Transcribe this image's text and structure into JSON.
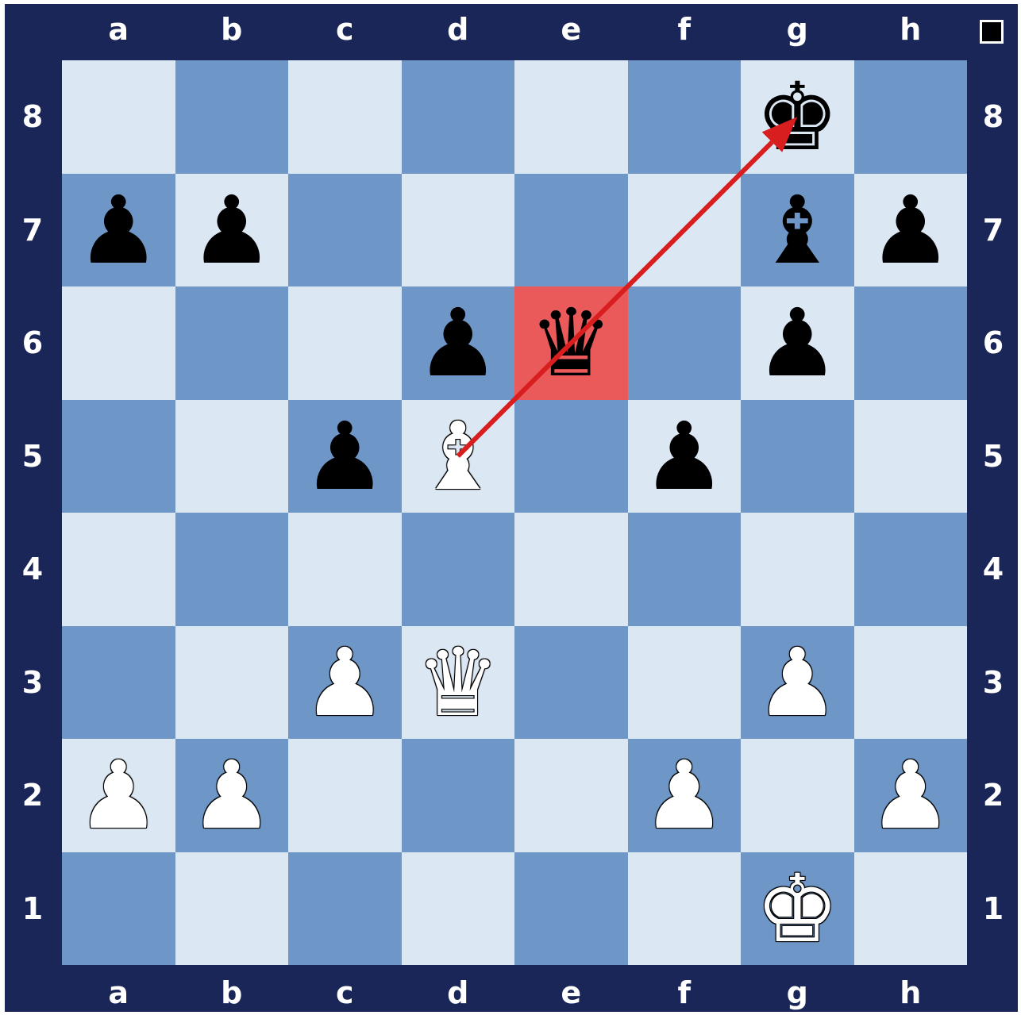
{
  "board": {
    "files": [
      "a",
      "b",
      "c",
      "d",
      "e",
      "f",
      "g",
      "h"
    ],
    "ranks": [
      "8",
      "7",
      "6",
      "5",
      "4",
      "3",
      "2",
      "1"
    ],
    "side_to_move": "black",
    "highlight_square": "e6",
    "highlight_color": "#eb5a5a",
    "light_square_color": "#dbe7f3",
    "dark_square_color": "#6e97c7",
    "frame_color": "#1a2657",
    "arrow": {
      "from": "d5",
      "to": "g8",
      "color": "#d81e1e"
    },
    "pieces": [
      {
        "square": "g8",
        "color": "black",
        "type": "king",
        "glyph": "♚",
        "icon": "black-king-icon"
      },
      {
        "square": "a7",
        "color": "black",
        "type": "pawn",
        "glyph": "♟",
        "icon": "black-pawn-icon"
      },
      {
        "square": "b7",
        "color": "black",
        "type": "pawn",
        "glyph": "♟",
        "icon": "black-pawn-icon"
      },
      {
        "square": "g7",
        "color": "black",
        "type": "bishop",
        "glyph": "♝",
        "icon": "black-bishop-icon"
      },
      {
        "square": "h7",
        "color": "black",
        "type": "pawn",
        "glyph": "♟",
        "icon": "black-pawn-icon"
      },
      {
        "square": "d6",
        "color": "black",
        "type": "pawn",
        "glyph": "♟",
        "icon": "black-pawn-icon"
      },
      {
        "square": "e6",
        "color": "black",
        "type": "queen",
        "glyph": "♛",
        "icon": "black-queen-icon"
      },
      {
        "square": "g6",
        "color": "black",
        "type": "pawn",
        "glyph": "♟",
        "icon": "black-pawn-icon"
      },
      {
        "square": "c5",
        "color": "black",
        "type": "pawn",
        "glyph": "♟",
        "icon": "black-pawn-icon"
      },
      {
        "square": "d5",
        "color": "white",
        "type": "bishop",
        "glyph": "♝",
        "icon": "white-bishop-icon"
      },
      {
        "square": "f5",
        "color": "black",
        "type": "pawn",
        "glyph": "♟",
        "icon": "black-pawn-icon"
      },
      {
        "square": "c3",
        "color": "white",
        "type": "pawn",
        "glyph": "♟",
        "icon": "white-pawn-icon"
      },
      {
        "square": "d3",
        "color": "white",
        "type": "queen",
        "glyph": "♛",
        "icon": "white-queen-icon"
      },
      {
        "square": "g3",
        "color": "white",
        "type": "pawn",
        "glyph": "♟",
        "icon": "white-pawn-icon"
      },
      {
        "square": "a2",
        "color": "white",
        "type": "pawn",
        "glyph": "♟",
        "icon": "white-pawn-icon"
      },
      {
        "square": "b2",
        "color": "white",
        "type": "pawn",
        "glyph": "♟",
        "icon": "white-pawn-icon"
      },
      {
        "square": "f2",
        "color": "white",
        "type": "pawn",
        "glyph": "♟",
        "icon": "white-pawn-icon"
      },
      {
        "square": "h2",
        "color": "white",
        "type": "pawn",
        "glyph": "♟",
        "icon": "white-pawn-icon"
      },
      {
        "square": "g1",
        "color": "white",
        "type": "king",
        "glyph": "♚",
        "icon": "white-king-icon"
      }
    ]
  }
}
